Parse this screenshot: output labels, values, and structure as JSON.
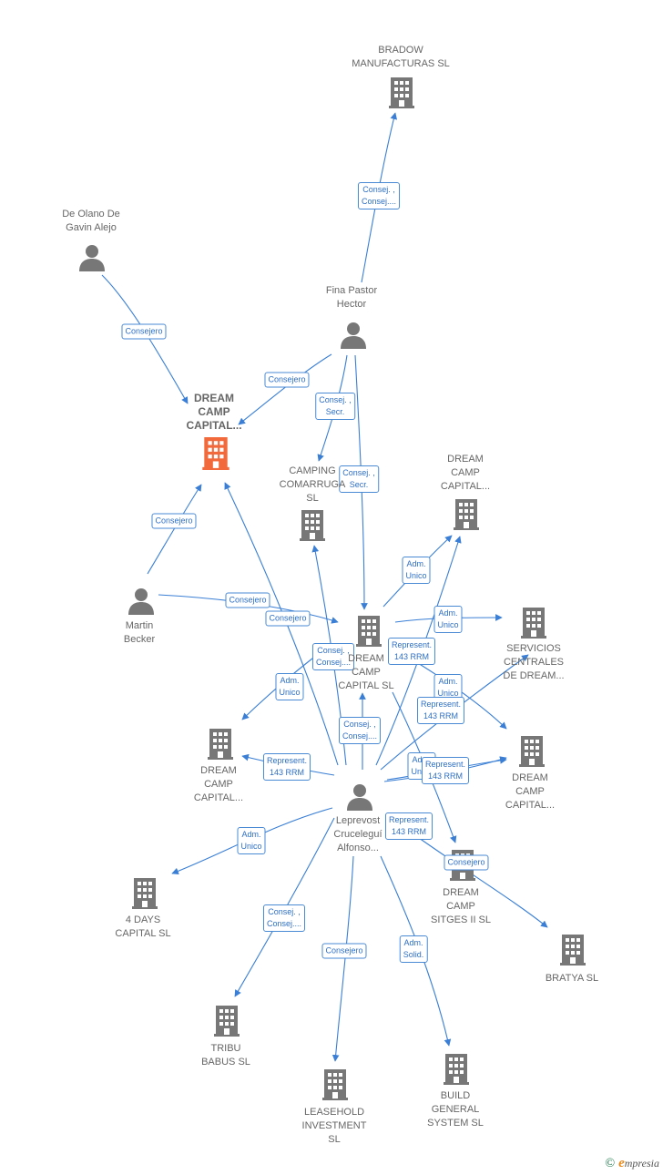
{
  "colors": {
    "edge": "#3a7fd5",
    "node": "#777777",
    "main": "#f26a3c"
  },
  "nodes": {
    "bradow": {
      "label": "BRADOW\nMANUFACTURAS SL",
      "type": "company"
    },
    "olano": {
      "label": "De Olano De\nGavin Alejo",
      "type": "person"
    },
    "fina": {
      "label": "Fina Pastor\nHector",
      "type": "person"
    },
    "dreamMain": {
      "label": "DREAM\nCAMP\nCAPITAL...",
      "type": "main-company"
    },
    "camping": {
      "label": "CAMPING\nCOMARRUGA\nSL",
      "type": "company"
    },
    "dreamTR": {
      "label": "DREAM\nCAMP\nCAPITAL...",
      "type": "company"
    },
    "martin": {
      "label": "Martin\nBecker",
      "type": "person"
    },
    "dreamCenter": {
      "label": "DREAM\nCAMP\nCAPITAL SL",
      "type": "company"
    },
    "servicios": {
      "label": "SERVICIOS\nCENTRALES\nDE DREAM...",
      "type": "company"
    },
    "dreamL": {
      "label": "DREAM\nCAMP\nCAPITAL...",
      "type": "company"
    },
    "dreamR": {
      "label": "DREAM\nCAMP\nCAPITAL...",
      "type": "company"
    },
    "leprevost": {
      "label": "Leprevost\nCruceleguí\nAlfonso...",
      "type": "person"
    },
    "fourDays": {
      "label": "4 DAYS\nCAPITAL SL",
      "type": "company"
    },
    "sitges": {
      "label": "DREAM\nCAMP\nSITGES II SL",
      "type": "company"
    },
    "bratya": {
      "label": "BRATYA SL",
      "type": "company"
    },
    "tribu": {
      "label": "TRIBU\nBABUS SL",
      "type": "company"
    },
    "leasehold": {
      "label": "LEASEHOLD\nINVESTMENT\nSL",
      "type": "company"
    },
    "build": {
      "label": "BUILD\nGENERAL\nSYSTEM SL",
      "type": "company"
    }
  },
  "edges": [
    {
      "label": "Consej. ,\nConsej...."
    },
    {
      "label": "Consejero"
    },
    {
      "label": "Consejero"
    },
    {
      "label": "Consej. ,\nSecr."
    },
    {
      "label": "Consej. ,\nSecr."
    },
    {
      "label": "Consejero"
    },
    {
      "label": "Consejero"
    },
    {
      "label": "Consejero"
    },
    {
      "label": "Adm.\nUnico"
    },
    {
      "label": "Adm.\nUnico"
    },
    {
      "label": "Represent.\n143 RRM"
    },
    {
      "label": "Consej. ,\nConsej...."
    },
    {
      "label": "Adm.\nUnico"
    },
    {
      "label": "Adm.\nUnico"
    },
    {
      "label": "Represent.\n143 RRM"
    },
    {
      "label": "Consej. ,\nConsej...."
    },
    {
      "label": "Represent.\n143 RRM"
    },
    {
      "label": "Adm.\nUnico"
    },
    {
      "label": "Represent.\n143 RRM"
    },
    {
      "label": "Represent.\n143 RRM"
    },
    {
      "label": "Consejero"
    },
    {
      "label": "Adm.\nUnico"
    },
    {
      "label": "Consej. ,\nConsej...."
    },
    {
      "label": "Consejero"
    },
    {
      "label": "Adm.\nSolid."
    }
  ],
  "brand": {
    "copyright": "©",
    "name": "mpresia",
    "initial": "e"
  }
}
